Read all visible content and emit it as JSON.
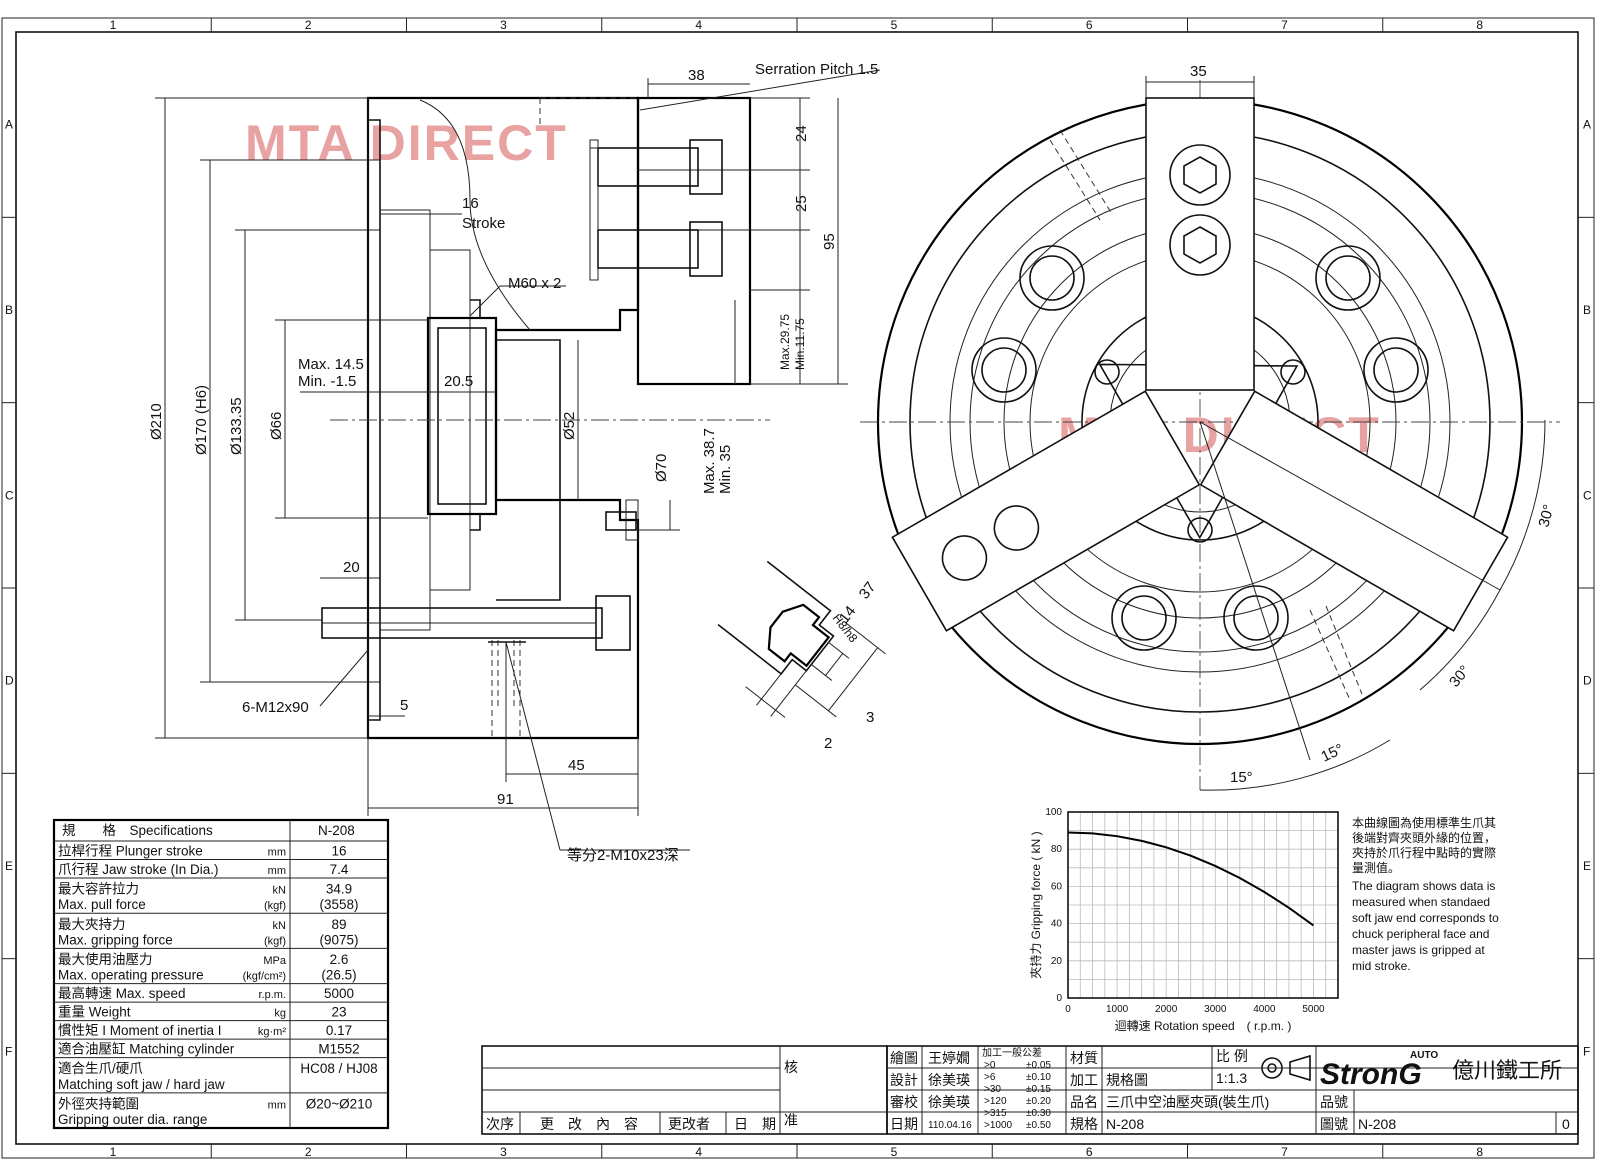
{
  "frame": {
    "column_labels": [
      "1",
      "2",
      "3",
      "4",
      "5",
      "6",
      "7",
      "8"
    ],
    "row_labels": [
      "A",
      "B",
      "C",
      "D",
      "E",
      "F"
    ]
  },
  "watermark": "MTA DIRECT",
  "side_view": {
    "serration_pitch": "Serration Pitch 1.5",
    "dim_38": "38",
    "dim_24": "24",
    "dim_25": "25",
    "dim_95": "95",
    "max_min_jaw": [
      "Max.29.75",
      "Min.11.75"
    ],
    "stroke_16": "16",
    "stroke_label": "Stroke",
    "thread": "M60 x 2",
    "plunger_max": "Max. 14.5",
    "plunger_min": "Min. -1.5",
    "dim_20_5": "20.5",
    "dia_210": "Ø210",
    "dia_170": "Ø170 (H6)",
    "dia_133": "Ø133.35",
    "dia_66": "Ø66",
    "dia_52": "Ø52",
    "dia_70": "Ø70",
    "max_min_bore": [
      "Max. 38.7",
      "Min. 35"
    ],
    "dim_20": "20",
    "bolt": "6-M12x90",
    "dim_5": "5",
    "dim_45": "45",
    "dim_91": "91",
    "tapped_holes": "等分2-M10x23深"
  },
  "jaw_detail": {
    "dim_37": "37",
    "dim_14": "14",
    "fit": "H8/h8",
    "dim_3": "3",
    "dim_2": "2"
  },
  "front_view": {
    "dim_35": "35",
    "angle_30_a": "30°",
    "angle_30_b": "30°",
    "angle_15_a": "15°",
    "angle_15_b": "15°"
  },
  "spec_table": {
    "header_left": "規　　格　Specifications",
    "header_right": "N-208",
    "rows": [
      {
        "zh": "拉桿行程 Plunger stroke",
        "en": "",
        "unit": "mm",
        "unit2": "",
        "value": "16",
        "value2": ""
      },
      {
        "zh": "爪行程 Jaw stroke (In Dia.)",
        "en": "",
        "unit": "mm",
        "unit2": "",
        "value": "7.4",
        "value2": ""
      },
      {
        "zh": "最大容許拉力",
        "en": "Max. pull force",
        "unit": "kN",
        "unit2": "(kgf)",
        "value": "34.9",
        "value2": "(3558)"
      },
      {
        "zh": "最大夾持力",
        "en": "Max. gripping force",
        "unit": "kN",
        "unit2": "(kgf)",
        "value": "89",
        "value2": "(9075)"
      },
      {
        "zh": "最大使用油壓力",
        "en": "Max. operating pressure",
        "unit": "MPa",
        "unit2": "(kgf/cm²)",
        "value": "2.6",
        "value2": "(26.5)"
      },
      {
        "zh": "最高轉速 Max. speed",
        "en": "",
        "unit": "r.p.m.",
        "unit2": "",
        "value": "5000",
        "value2": ""
      },
      {
        "zh": "重量 Weight",
        "en": "",
        "unit": "kg",
        "unit2": "",
        "value": "23",
        "value2": ""
      },
      {
        "zh": "慣性矩 I Moment of inertia I",
        "en": "",
        "unit": "kg·m²",
        "unit2": "",
        "value": "0.17",
        "value2": ""
      },
      {
        "zh": "適合油壓缸 Matching cylinder",
        "en": "",
        "unit": "",
        "unit2": "",
        "value": "M1552",
        "value2": ""
      },
      {
        "zh": "適合生爪/硬爪",
        "en": "Matching soft jaw / hard jaw",
        "unit": "",
        "unit2": "",
        "value": "HC08 / HJ08",
        "value2": ""
      },
      {
        "zh": "外徑夾持範圍",
        "en": "Gripping outer dia. range",
        "unit": "mm",
        "unit2": "",
        "value": "Ø20~Ø210",
        "value2": ""
      }
    ]
  },
  "chart_data": {
    "type": "line",
    "ylabel": "夾持力 Gripping force ( kN )",
    "xlabel": "迴轉速 Rotation speed　( r.p.m. )",
    "xlim": [
      0,
      5500
    ],
    "ylim": [
      0,
      100
    ],
    "x_ticks": [
      0,
      1000,
      2000,
      3000,
      4000,
      5000
    ],
    "y_ticks": [
      0,
      20,
      40,
      60,
      80,
      100
    ],
    "grid": true,
    "x": [
      0,
      500,
      1000,
      1500,
      2000,
      2500,
      3000,
      3500,
      4000,
      4500,
      5000
    ],
    "y": [
      89,
      88.5,
      87,
      84.5,
      81,
      76.5,
      71,
      64.5,
      57,
      48.5,
      39
    ]
  },
  "chart_note": {
    "zh": [
      "本曲線圖為使用標準生爪其",
      "後端對齊夾頭外緣的位置，",
      "夾持於爪行程中點時的實際",
      "量測值。"
    ],
    "en": [
      "The diagram shows data is",
      "measured when standaed",
      "soft jaw end corresponds to",
      "chuck peripheral face and",
      "master jaws is gripped at",
      "mid stroke."
    ]
  },
  "revision_block": {
    "col_seq": "次序",
    "col_content": "更　改　內　容",
    "col_by": "更改者",
    "col_date": "日　期",
    "approve_top": "核",
    "approve_bottom": "准"
  },
  "title_block": {
    "drawn_label": "繪圖",
    "drawn_by": "王婷嫺",
    "design_label": "設計",
    "design_by": "徐美瑛",
    "check_label": "審校",
    "check_by": "徐美瑛",
    "date_label": "日期",
    "date": "110.04.16",
    "tol_title": "加工一般公差",
    "tolerances": [
      {
        "range": ">0",
        "tol": "±0.05"
      },
      {
        "range": ">6",
        "tol": "±0.10"
      },
      {
        "range": ">30",
        "tol": "±0.15"
      },
      {
        "range": ">120",
        "tol": "±0.20"
      },
      {
        "range": ">315",
        "tol": "±0.30"
      },
      {
        "range": ">1000",
        "tol": "±0.50"
      }
    ],
    "material_label": "材質",
    "material": "",
    "process_label": "加工",
    "process": "規格圖",
    "name_label": "品名",
    "name": "三爪中空油壓夾頭(裝生爪)",
    "spec_label": "規格",
    "spec": "N-208",
    "scale_label": "比 例",
    "scale": "1:1.3",
    "part_label": "品號",
    "part": "",
    "drawing_label": "圖號",
    "drawing_no": "N-208",
    "brand_small": "AUTO",
    "brand": "StronG",
    "company": "億川鐵工所",
    "sheet_no": "0"
  }
}
